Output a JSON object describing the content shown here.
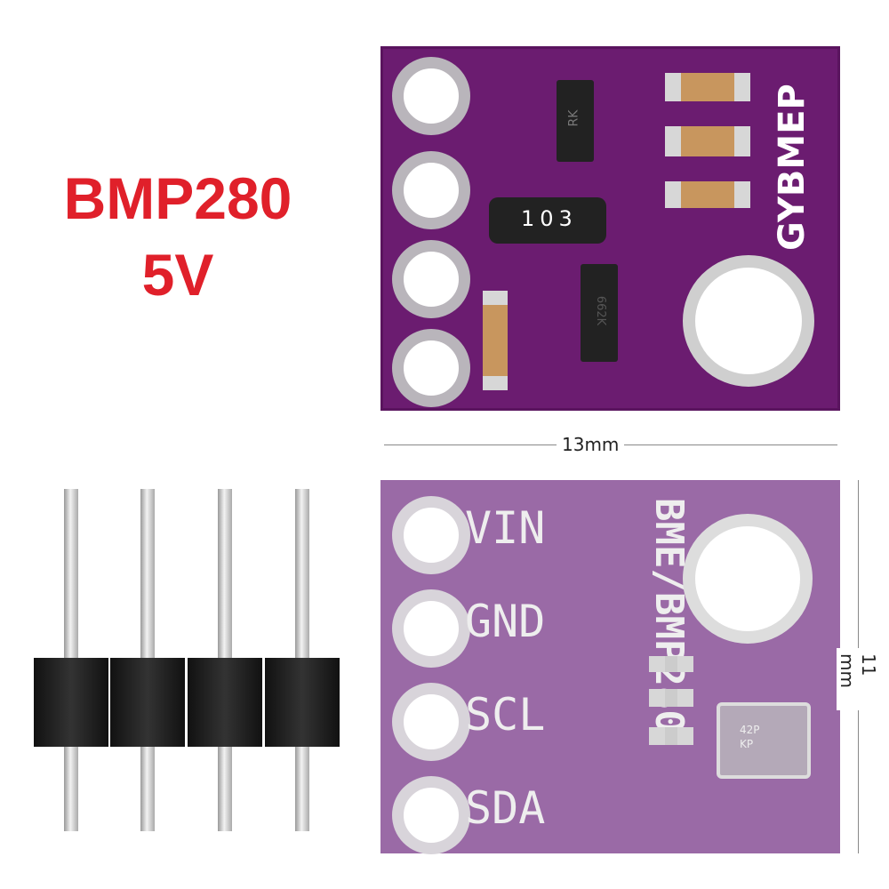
{
  "title": {
    "line1": "BMP280",
    "line2": "5V"
  },
  "top_board": {
    "silkscreen": "GYBMEP",
    "resistor_array_code": "103",
    "ic1_marking": "RK",
    "ic2_marking": "662K"
  },
  "bottom_board": {
    "pins": [
      "VIN",
      "GND",
      "SCL",
      "SDA"
    ],
    "silkscreen": "BME/BMP280",
    "sensor_marking": [
      "42P",
      "KP"
    ]
  },
  "dimensions": {
    "width": "13mm",
    "height": "11 mm"
  },
  "colors": {
    "title": "#e0202a",
    "board_top": "#6b1c70",
    "board_bottom": "#9a6aa6"
  }
}
